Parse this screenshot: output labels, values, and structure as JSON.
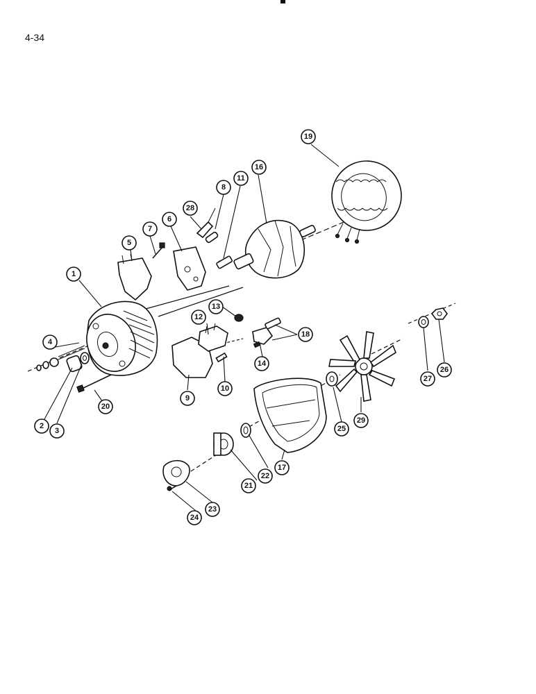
{
  "page": {
    "number": "4-34"
  },
  "callouts": [
    {
      "id": "c1",
      "label": "1"
    },
    {
      "id": "c2",
      "label": "2"
    },
    {
      "id": "c3",
      "label": "3"
    },
    {
      "id": "c4",
      "label": "4"
    },
    {
      "id": "c5",
      "label": "5"
    },
    {
      "id": "c6",
      "label": "6"
    },
    {
      "id": "c7",
      "label": "7"
    },
    {
      "id": "c8",
      "label": "8"
    },
    {
      "id": "c9",
      "label": "9"
    },
    {
      "id": "c10",
      "label": "10"
    },
    {
      "id": "c11",
      "label": "11"
    },
    {
      "id": "c12",
      "label": "12"
    },
    {
      "id": "c13",
      "label": "13"
    },
    {
      "id": "c14",
      "label": "14"
    },
    {
      "id": "c16",
      "label": "16"
    },
    {
      "id": "c17",
      "label": "17"
    },
    {
      "id": "c18",
      "label": "18"
    },
    {
      "id": "c19",
      "label": "19"
    },
    {
      "id": "c20",
      "label": "20"
    },
    {
      "id": "c21",
      "label": "21"
    },
    {
      "id": "c22",
      "label": "22"
    },
    {
      "id": "c23",
      "label": "23"
    },
    {
      "id": "c24",
      "label": "24"
    },
    {
      "id": "c25",
      "label": "25"
    },
    {
      "id": "c26",
      "label": "26"
    },
    {
      "id": "c27",
      "label": "27"
    },
    {
      "id": "c28",
      "label": "28"
    },
    {
      "id": "c29",
      "label": "29"
    }
  ]
}
